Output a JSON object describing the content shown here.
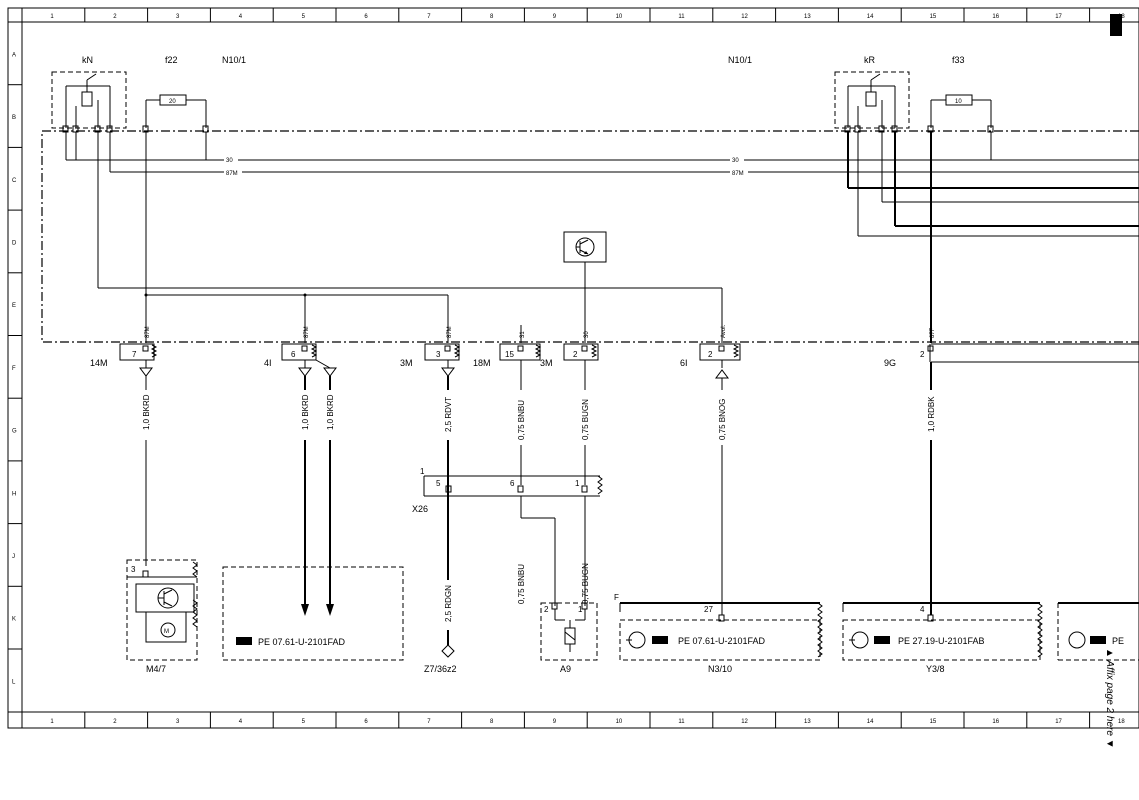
{
  "grid": {
    "columns": [
      "1",
      "2",
      "3",
      "4",
      "5",
      "6",
      "7",
      "8",
      "9",
      "10",
      "11",
      "12",
      "13",
      "14",
      "15",
      "16",
      "17",
      "18"
    ],
    "rows": [
      "A",
      "B",
      "C",
      "D",
      "E",
      "F",
      "G",
      "H",
      "J",
      "K",
      "L"
    ]
  },
  "headers": {
    "kn": "kN",
    "f22": "f22",
    "n101_left": "N10/1",
    "n101_right": "N10/1",
    "kr": "kR",
    "f33": "f33"
  },
  "fuses": {
    "f22_value": "20",
    "f33_value": "10"
  },
  "bus": {
    "l30": "30",
    "l87m": "87M",
    "r30": "30",
    "r87m": "87M"
  },
  "pins": {
    "p1": "87M",
    "p2": "87M",
    "p3": "87M",
    "p4": "31",
    "p5": "30",
    "p6": "Avol.",
    "p7": "87F",
    "n1": "7",
    "n2": "6",
    "n3": "3",
    "n4": "15",
    "n5": "2",
    "n6": "2",
    "n7": "2"
  },
  "connectors": {
    "c1": "14M",
    "c2": "4I",
    "c3": "3M",
    "c4": "18M",
    "c5": "3M",
    "c6": "6I",
    "c7": "9G"
  },
  "wires": {
    "w1": "1,0 BKRD",
    "w2": "1,0 BKRD",
    "w3": "1,0 BKRD",
    "w4": "2,5 RDVT",
    "w5": "0,75 BNBU",
    "w6": "0,75 BUGN",
    "w7": "0,75 BNOG",
    "w8": "1,0 RDBK",
    "w9": "2,5 RDGN",
    "w10": "0,75 BNBU",
    "w11": "0,75 BUGN"
  },
  "x26": {
    "label": "X26",
    "num": "1",
    "pin5": "5",
    "pin6": "6",
    "pin1": "1"
  },
  "components": {
    "m47": "M4/7",
    "m47_pin": "3",
    "motor": "M",
    "pe_ref1": "PE 07.61-U-2101FAD",
    "z7": "Z7/36z2",
    "a9": "A9",
    "a9_pin2": "2",
    "a9_pin1": "1",
    "f_label": "F",
    "n310": "N3/10",
    "n310_pin": "27",
    "pe_ref2": "PE 07.61-U-2101FAD",
    "y38": "Y3/8",
    "y38_pin": "4",
    "pe_ref3": "PE 27.19-U-2101FAB",
    "pe_ref4": "PE"
  },
  "side_note": "▲ Affix page 2 here ▼"
}
